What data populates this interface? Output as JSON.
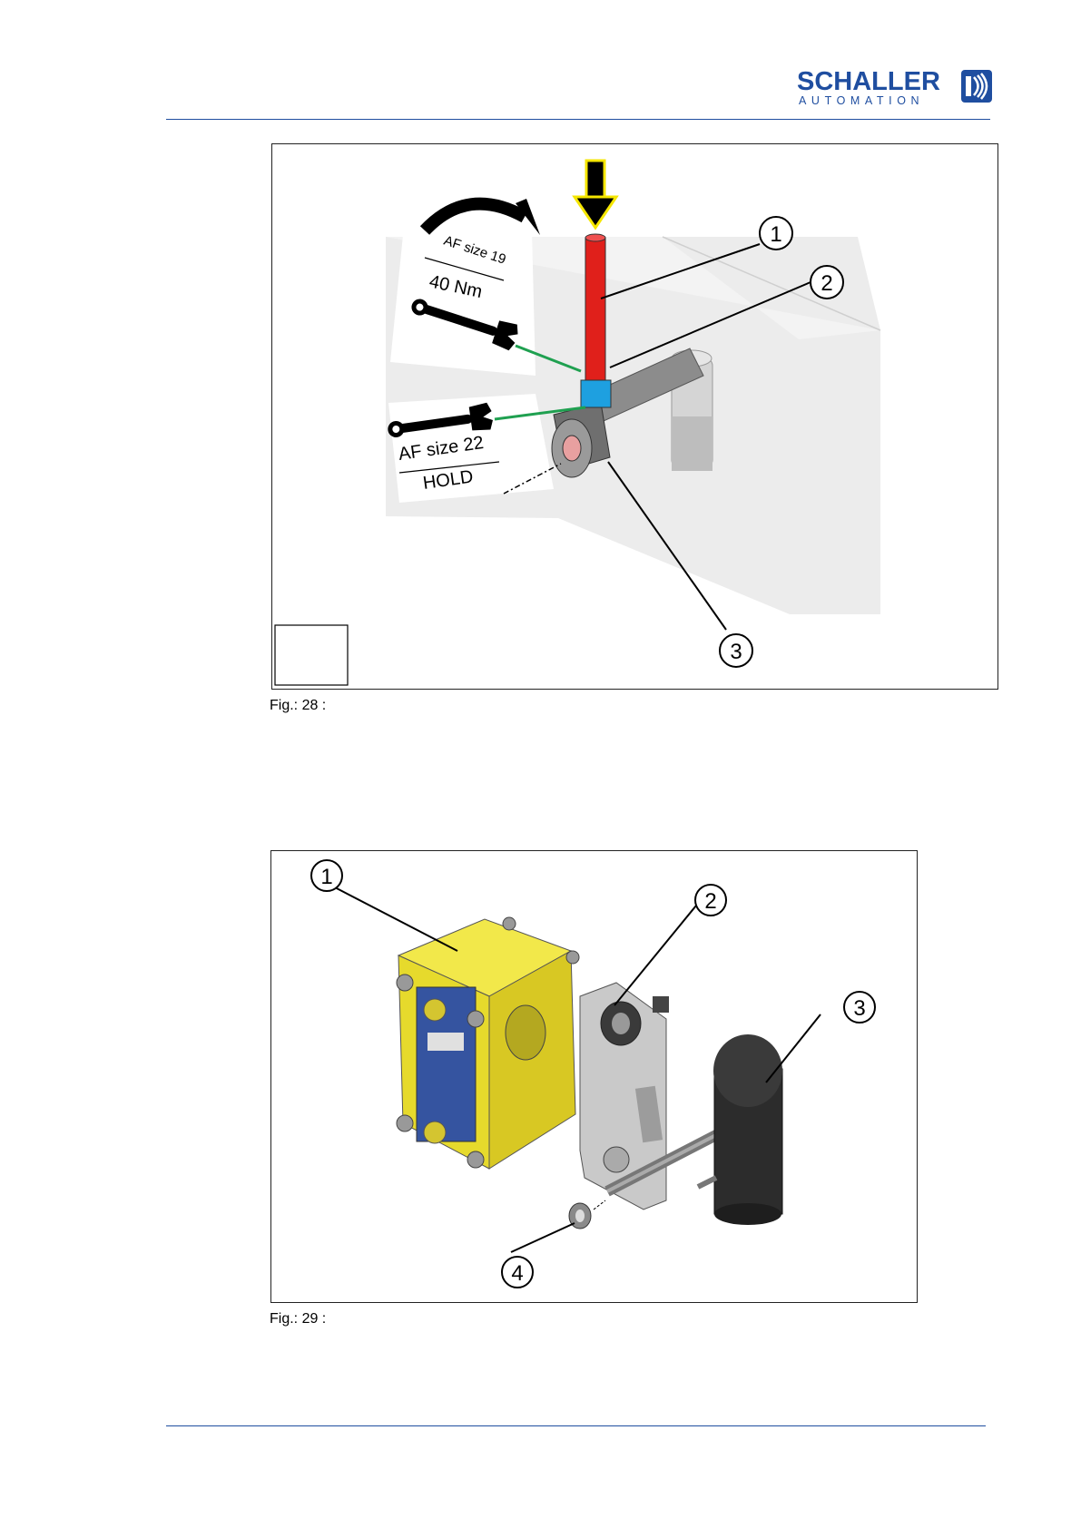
{
  "header": {
    "logo": {
      "main": "SCHALLER",
      "sub": "AUTOMATION"
    }
  },
  "figure28": {
    "caption": "Fig.: 28 :",
    "labels": {
      "af19": "AF size 19",
      "torque": "40 Nm",
      "af22": "AF size 22",
      "hold": "HOLD"
    },
    "callouts": [
      "1",
      "2",
      "3"
    ],
    "colors": {
      "rod": "#e0201b",
      "nut": "#1ea0e0",
      "leader": "#1fa050"
    }
  },
  "figure29": {
    "caption": "Fig.: 29 :",
    "callouts": [
      "1",
      "2",
      "3",
      "4"
    ],
    "colors": {
      "housing": "#e6da2c",
      "plate": "#bfbfbf",
      "cap": "#2c2c2c"
    }
  }
}
